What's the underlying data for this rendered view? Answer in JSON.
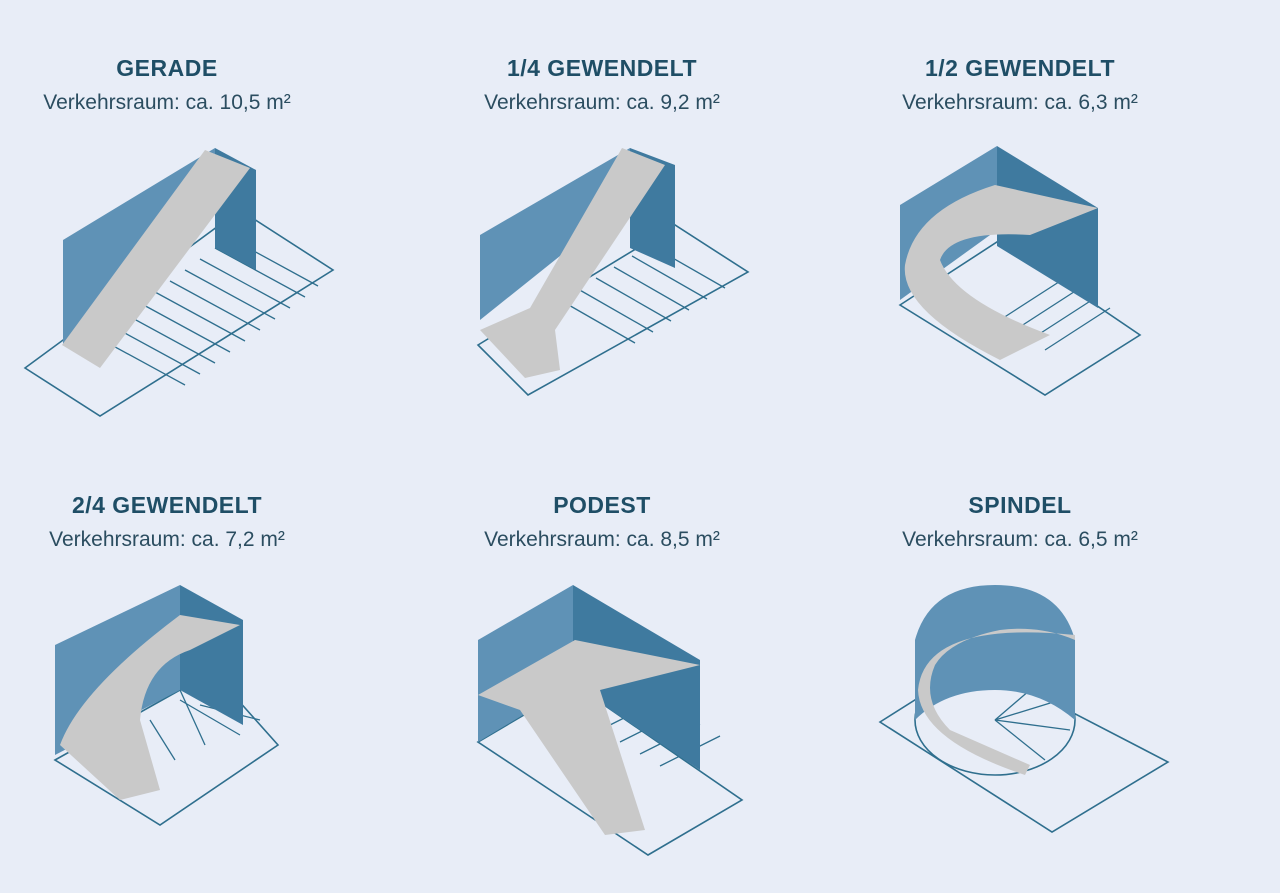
{
  "items": [
    {
      "title": "GERADE",
      "subtitle": "Verkehrsraum: ca. 10,5 m²"
    },
    {
      "title": "1/4 GEWENDELT",
      "subtitle": "Verkehrsraum: ca. 9,2 m²"
    },
    {
      "title": "1/2 GEWENDELT",
      "subtitle": "Verkehrsraum: ca. 6,3 m²"
    },
    {
      "title": "2/4 GEWENDELT",
      "subtitle": "Verkehrsraum: ca. 7,2 m²"
    },
    {
      "title": "PODEST",
      "subtitle": "Verkehrsraum: ca. 8,5 m²"
    },
    {
      "title": "SPINDEL",
      "subtitle": "Verkehrsraum: ca. 6,5 m²"
    }
  ],
  "colors": {
    "background": "#e8edf7",
    "wall_light": "#5f92b6",
    "wall_dark": "#3f7a9f",
    "outline": "#2f6f8e",
    "step": "#e3e3e3",
    "title": "#1f4e66"
  },
  "icons": [
    "straight-stair",
    "quarter-turn-stair",
    "half-turn-stair",
    "two-quarter-turn-stair",
    "landing-stair",
    "spiral-stair"
  ]
}
